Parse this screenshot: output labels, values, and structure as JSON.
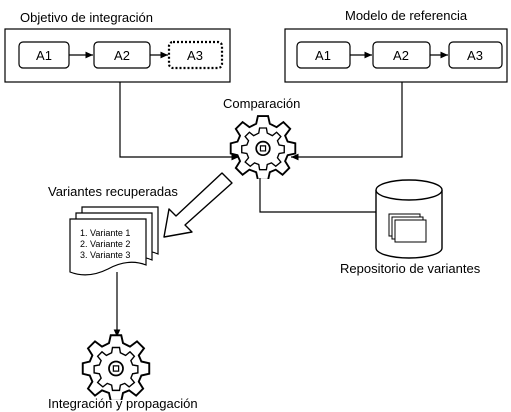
{
  "integration_target": {
    "title": "Objetivo de integración",
    "nodes": [
      "A1",
      "A2",
      "A3"
    ]
  },
  "reference_model": {
    "title": "Modelo de referencia",
    "nodes": [
      "A1",
      "A2",
      "A3"
    ]
  },
  "comparison": {
    "label": "Comparación"
  },
  "variants": {
    "title": "Variantes recuperadas",
    "items": [
      "1. Variante 1",
      "2. Variante 2",
      "3. Variante 3"
    ]
  },
  "repository": {
    "label": "Repositorio de variantes"
  },
  "integration": {
    "label": "Integración y propagación"
  },
  "colors": {
    "stroke": "#000000",
    "arrow_fill": "#ffffff"
  },
  "icons": [
    "gear-icon",
    "database-icon",
    "document-stack-icon",
    "arrow-icon"
  ]
}
